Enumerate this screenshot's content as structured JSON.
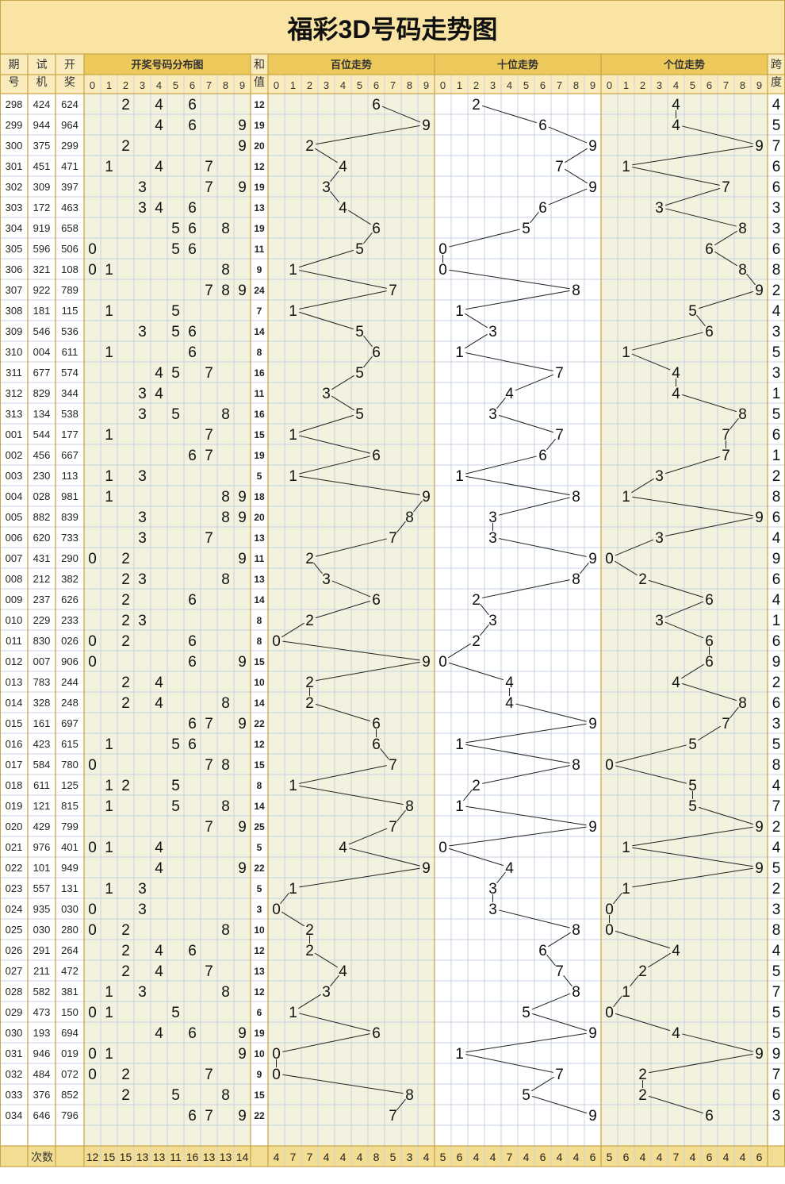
{
  "chart_data": {
    "type": "table",
    "title": "福彩3D号码走势图",
    "headers": {
      "issue": [
        "期",
        "号"
      ],
      "test": [
        "试",
        "机"
      ],
      "draw": [
        "开",
        "奖"
      ],
      "distribution": "开奖号码分布图",
      "sum": [
        "和",
        "值"
      ],
      "hundreds": "百位走势",
      "tens": "十位走势",
      "units": "个位走势",
      "span": [
        "跨",
        "度"
      ],
      "digits": [
        "0",
        "1",
        "2",
        "3",
        "4",
        "5",
        "6",
        "7",
        "8",
        "9"
      ]
    },
    "rows": [
      {
        "issue": "298",
        "test": "424",
        "draw": "624",
        "sum": "12",
        "span": "4"
      },
      {
        "issue": "299",
        "test": "944",
        "draw": "964",
        "sum": "19",
        "span": "5"
      },
      {
        "issue": "300",
        "test": "375",
        "draw": "299",
        "sum": "20",
        "span": "7"
      },
      {
        "issue": "301",
        "test": "451",
        "draw": "471",
        "sum": "12",
        "span": "6"
      },
      {
        "issue": "302",
        "test": "309",
        "draw": "397",
        "sum": "19",
        "span": "6"
      },
      {
        "issue": "303",
        "test": "172",
        "draw": "463",
        "sum": "13",
        "span": "3"
      },
      {
        "issue": "304",
        "test": "919",
        "draw": "658",
        "sum": "19",
        "span": "3"
      },
      {
        "issue": "305",
        "test": "596",
        "draw": "506",
        "sum": "11",
        "span": "6"
      },
      {
        "issue": "306",
        "test": "321",
        "draw": "108",
        "sum": "9",
        "span": "8"
      },
      {
        "issue": "307",
        "test": "922",
        "draw": "789",
        "sum": "24",
        "span": "2"
      },
      {
        "issue": "308",
        "test": "181",
        "draw": "115",
        "sum": "7",
        "span": "4"
      },
      {
        "issue": "309",
        "test": "546",
        "draw": "536",
        "sum": "14",
        "span": "3"
      },
      {
        "issue": "310",
        "test": "004",
        "draw": "611",
        "sum": "8",
        "span": "5"
      },
      {
        "issue": "311",
        "test": "677",
        "draw": "574",
        "sum": "16",
        "span": "3"
      },
      {
        "issue": "312",
        "test": "829",
        "draw": "344",
        "sum": "11",
        "span": "1"
      },
      {
        "issue": "313",
        "test": "134",
        "draw": "538",
        "sum": "16",
        "span": "5"
      },
      {
        "issue": "001",
        "test": "544",
        "draw": "177",
        "sum": "15",
        "span": "6"
      },
      {
        "issue": "002",
        "test": "456",
        "draw": "667",
        "sum": "19",
        "span": "1"
      },
      {
        "issue": "003",
        "test": "230",
        "draw": "113",
        "sum": "5",
        "span": "2"
      },
      {
        "issue": "004",
        "test": "028",
        "draw": "981",
        "sum": "18",
        "span": "8"
      },
      {
        "issue": "005",
        "test": "882",
        "draw": "839",
        "sum": "20",
        "span": "6"
      },
      {
        "issue": "006",
        "test": "620",
        "draw": "733",
        "sum": "13",
        "span": "4"
      },
      {
        "issue": "007",
        "test": "431",
        "draw": "290",
        "sum": "11",
        "span": "9"
      },
      {
        "issue": "008",
        "test": "212",
        "draw": "382",
        "sum": "13",
        "span": "6"
      },
      {
        "issue": "009",
        "test": "237",
        "draw": "626",
        "sum": "14",
        "span": "4"
      },
      {
        "issue": "010",
        "test": "229",
        "draw": "233",
        "sum": "8",
        "span": "1"
      },
      {
        "issue": "011",
        "test": "830",
        "draw": "026",
        "sum": "8",
        "span": "6"
      },
      {
        "issue": "012",
        "test": "007",
        "draw": "906",
        "sum": "15",
        "span": "9"
      },
      {
        "issue": "013",
        "test": "783",
        "draw": "244",
        "sum": "10",
        "span": "2"
      },
      {
        "issue": "014",
        "test": "328",
        "draw": "248",
        "sum": "14",
        "span": "6"
      },
      {
        "issue": "015",
        "test": "161",
        "draw": "697",
        "sum": "22",
        "span": "3"
      },
      {
        "issue": "016",
        "test": "423",
        "draw": "615",
        "sum": "12",
        "span": "5"
      },
      {
        "issue": "017",
        "test": "584",
        "draw": "780",
        "sum": "15",
        "span": "8"
      },
      {
        "issue": "018",
        "test": "611",
        "draw": "125",
        "sum": "8",
        "span": "4"
      },
      {
        "issue": "019",
        "test": "121",
        "draw": "815",
        "sum": "14",
        "span": "7"
      },
      {
        "issue": "020",
        "test": "429",
        "draw": "799",
        "sum": "25",
        "span": "2"
      },
      {
        "issue": "021",
        "test": "976",
        "draw": "401",
        "sum": "5",
        "span": "4"
      },
      {
        "issue": "022",
        "test": "101",
        "draw": "949",
        "sum": "22",
        "span": "5"
      },
      {
        "issue": "023",
        "test": "557",
        "draw": "131",
        "sum": "5",
        "span": "2"
      },
      {
        "issue": "024",
        "test": "935",
        "draw": "030",
        "sum": "3",
        "span": "3"
      },
      {
        "issue": "025",
        "test": "030",
        "draw": "280",
        "sum": "10",
        "span": "8"
      },
      {
        "issue": "026",
        "test": "291",
        "draw": "264",
        "sum": "12",
        "span": "4"
      },
      {
        "issue": "027",
        "test": "211",
        "draw": "472",
        "sum": "13",
        "span": "5"
      },
      {
        "issue": "028",
        "test": "582",
        "draw": "381",
        "sum": "12",
        "span": "7"
      },
      {
        "issue": "029",
        "test": "473",
        "draw": "150",
        "sum": "6",
        "span": "5"
      },
      {
        "issue": "030",
        "test": "193",
        "draw": "694",
        "sum": "19",
        "span": "5"
      },
      {
        "issue": "031",
        "test": "946",
        "draw": "019",
        "sum": "10",
        "span": "9"
      },
      {
        "issue": "032",
        "test": "484",
        "draw": "072",
        "sum": "9",
        "span": "7"
      },
      {
        "issue": "033",
        "test": "376",
        "draw": "852",
        "sum": "15",
        "span": "6"
      },
      {
        "issue": "034",
        "test": "646",
        "draw": "796",
        "sum": "22",
        "span": "3"
      }
    ],
    "footer": {
      "label": "次数",
      "distribution_counts": [
        "12",
        "15",
        "15",
        "13",
        "13",
        "11",
        "16",
        "13",
        "13",
        "14"
      ],
      "hundreds_counts": [
        "4",
        "7",
        "7",
        "4",
        "4",
        "4",
        "8",
        "5",
        "3",
        "4"
      ],
      "tens_counts": [
        "5",
        "6",
        "4",
        "4",
        "7",
        "4",
        "6",
        "4",
        "4",
        "6"
      ],
      "units_counts": [
        "5",
        "6",
        "4",
        "4",
        "7",
        "4",
        "6",
        "4",
        "4",
        "6"
      ]
    },
    "colors": {
      "title_band": "#F9E4A4",
      "header": "#FAEBBD",
      "digit_band": "#ECC95A",
      "shaded_zone": "#F3F2DE",
      "white_zone": "#FFFFFF",
      "grid": "#C6D3E3",
      "footer": "#F3DD92",
      "divider": "#C9A84A"
    }
  }
}
